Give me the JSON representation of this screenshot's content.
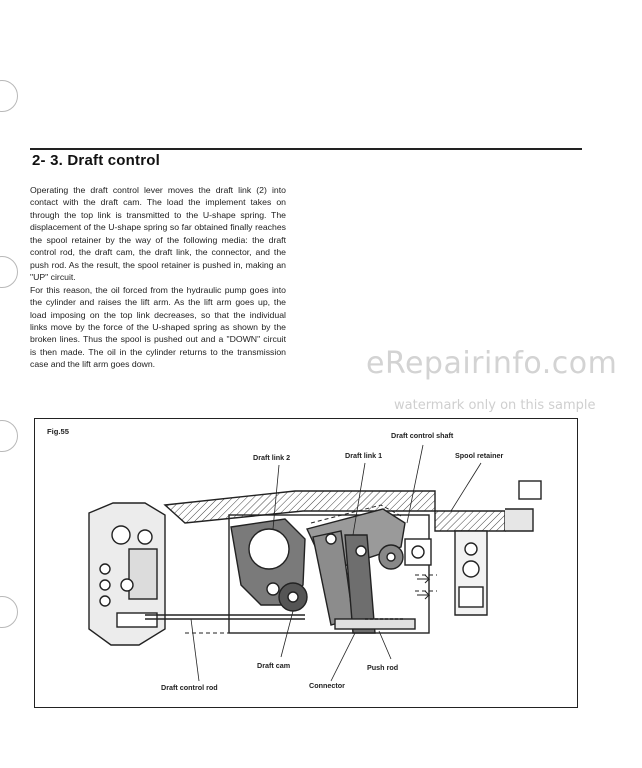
{
  "section": {
    "heading": "2- 3. Draft control"
  },
  "body": {
    "paragraphs": [
      "Operating the draft control lever moves the draft link (2) into contact with the draft cam. The load the implement takes on through the top link is transmitted to the U-shape spring. The displacement of the U-shape spring so far obtained finally reaches the spool retainer by the way of the following media: the draft control rod, the draft cam, the draft link, the connector, and the push rod. As the result, the spool retainer is pushed in, making an \"UP\" circuit.",
      "For this reason, the oil forced from the hydraulic pump goes into the cylinder and raises the lift arm. As the lift arm goes up, the load imposing on the top link decreases, so that the individual links move by the force of the U-shaped spring as shown by the broken lines. Thus the spool is pushed out and a \"DOWN\" circuit is then made. The oil in the cylinder returns to the transmission case and the lift arm goes down."
    ]
  },
  "watermark": {
    "main": "eRepairinfo.com",
    "sub": "watermark only on this sample"
  },
  "figure": {
    "label": "Fig.55",
    "callouts": {
      "draft_control_shaft": "Draft control shaft",
      "draft_link_2": "Draft link 2",
      "draft_link_1": "Draft link 1",
      "spool_retainer": "Spool retainer",
      "draft_cam": "Draft cam",
      "push_rod": "Push rod",
      "draft_control_rod": "Draft control rod",
      "connector": "Connector"
    }
  }
}
